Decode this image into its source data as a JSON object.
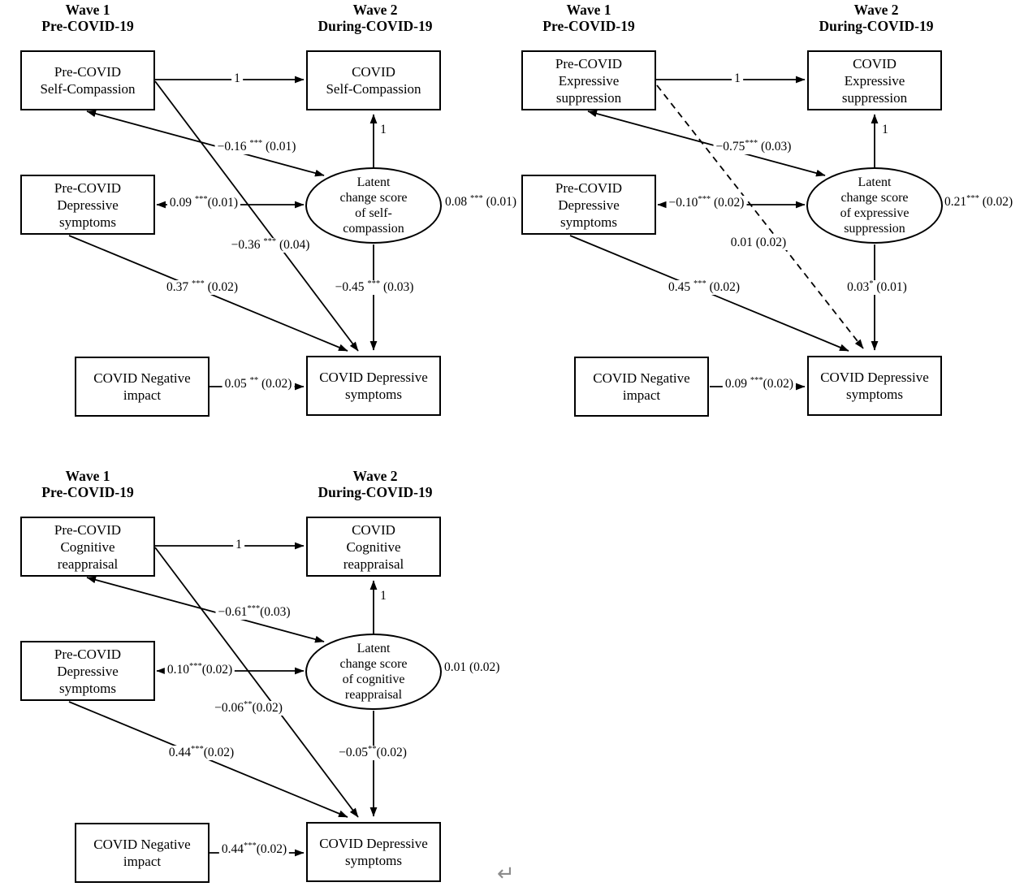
{
  "colors": {
    "line": "#000000",
    "text": "#000000",
    "return_symbol": "#8c8c8c"
  },
  "return_symbol": {
    "glyph": "↵"
  },
  "panels": [
    {
      "id": "self-compassion",
      "headers": {
        "wave1": "Wave 1\nPre-COVID-19",
        "wave2": "Wave 2\nDuring-COVID-19"
      },
      "boxes": {
        "w1_construct": "Pre-COVID\nSelf-Compassion",
        "w2_construct": "COVID\nSelf-Compassion",
        "w1_depressive": "Pre-COVID\nDepressive\nsymptoms",
        "covid_negative_impact": "COVID Negative\nimpact",
        "covid_depressive": "COVID Depressive\nsymptoms"
      },
      "latent": "Latent\nchange score\nof self-\ncompassion",
      "coefficients": {
        "stability": {
          "pre": "1",
          "stars": "",
          "post": ""
        },
        "latent_loading": {
          "pre": "1",
          "stars": "",
          "post": ""
        },
        "construct_change_cov": {
          "pre": "−0.16 ",
          "stars": "***",
          "post": " (0.01)"
        },
        "depressive_change_cov": {
          "pre": "0.09 ",
          "stars": "***",
          "post": "(0.01)"
        },
        "change_variance": {
          "pre": "0.08 ",
          "stars": "***",
          "post": " (0.01)"
        },
        "construct_to_depression": {
          "pre": "−0.36 ",
          "stars": "***",
          "post": " (0.04)"
        },
        "depressive_stability": {
          "pre": "0.37 ",
          "stars": "***",
          "post": " (0.02)"
        },
        "change_to_depression": {
          "pre": "−0.45 ",
          "stars": "***",
          "post": " (0.03)"
        },
        "negative_impact_effect": {
          "pre": "0.05 ",
          "stars": "**",
          "post": " (0.02)"
        }
      }
    },
    {
      "id": "expressive-suppression",
      "headers": {
        "wave1": "Wave 1\nPre-COVID-19",
        "wave2": "Wave 2\nDuring-COVID-19"
      },
      "boxes": {
        "w1_construct": "Pre-COVID\nExpressive\nsuppression",
        "w2_construct": "COVID\nExpressive\nsuppression",
        "w1_depressive": "Pre-COVID\nDepressive\nsymptoms",
        "covid_negative_impact": "COVID Negative\nimpact",
        "covid_depressive": "COVID Depressive\nsymptoms"
      },
      "latent": "Latent\nchange score\nof expressive\nsuppression",
      "coefficients": {
        "stability": {
          "pre": "1",
          "stars": "",
          "post": ""
        },
        "latent_loading": {
          "pre": "1",
          "stars": "",
          "post": ""
        },
        "construct_change_cov": {
          "pre": "−0.75",
          "stars": "***",
          "post": " (0.03)"
        },
        "depressive_change_cov": {
          "pre": "−0.10",
          "stars": "***",
          "post": " (0.02)"
        },
        "change_variance": {
          "pre": "0.21",
          "stars": "***",
          "post": " (0.02)"
        },
        "construct_to_depression": {
          "pre": "0.01 ",
          "stars": "",
          "post": "(0.02)"
        },
        "depressive_stability": {
          "pre": "0.45 ",
          "stars": "***",
          "post": " (0.02)"
        },
        "change_to_depression": {
          "pre": "0.03",
          "stars": "*",
          "post": " (0.01)"
        },
        "negative_impact_effect": {
          "pre": "0.09 ",
          "stars": "***",
          "post": "(0.02)"
        }
      }
    },
    {
      "id": "cognitive-reappraisal",
      "headers": {
        "wave1": "Wave 1\nPre-COVID-19",
        "wave2": "Wave 2\nDuring-COVID-19"
      },
      "boxes": {
        "w1_construct": "Pre-COVID\nCognitive\nreappraisal",
        "w2_construct": "COVID\nCognitive\nreappraisal",
        "w1_depressive": "Pre-COVID\nDepressive\nsymptoms",
        "covid_negative_impact": "COVID Negative\nimpact",
        "covid_depressive": "COVID Depressive\nsymptoms"
      },
      "latent": "Latent\nchange score\nof cognitive\nreappraisal",
      "coefficients": {
        "stability": {
          "pre": "1",
          "stars": "",
          "post": ""
        },
        "latent_loading": {
          "pre": "1",
          "stars": "",
          "post": ""
        },
        "construct_change_cov": {
          "pre": "−0.61",
          "stars": "***",
          "post": "(0.03)"
        },
        "depressive_change_cov": {
          "pre": "0.10",
          "stars": "***",
          "post": "(0.02)"
        },
        "change_variance": {
          "pre": "0.01 ",
          "stars": "",
          "post": "(0.02)"
        },
        "construct_to_depression": {
          "pre": "−0.06",
          "stars": "**",
          "post": "(0.02)"
        },
        "depressive_stability": {
          "pre": "0.44",
          "stars": "***",
          "post": "(0.02)"
        },
        "change_to_depression": {
          "pre": "−0.05",
          "stars": "**",
          "post": "(0.02)"
        },
        "negative_impact_effect": {
          "pre": "0.44",
          "stars": "***",
          "post": "(0.02)"
        }
      }
    }
  ]
}
